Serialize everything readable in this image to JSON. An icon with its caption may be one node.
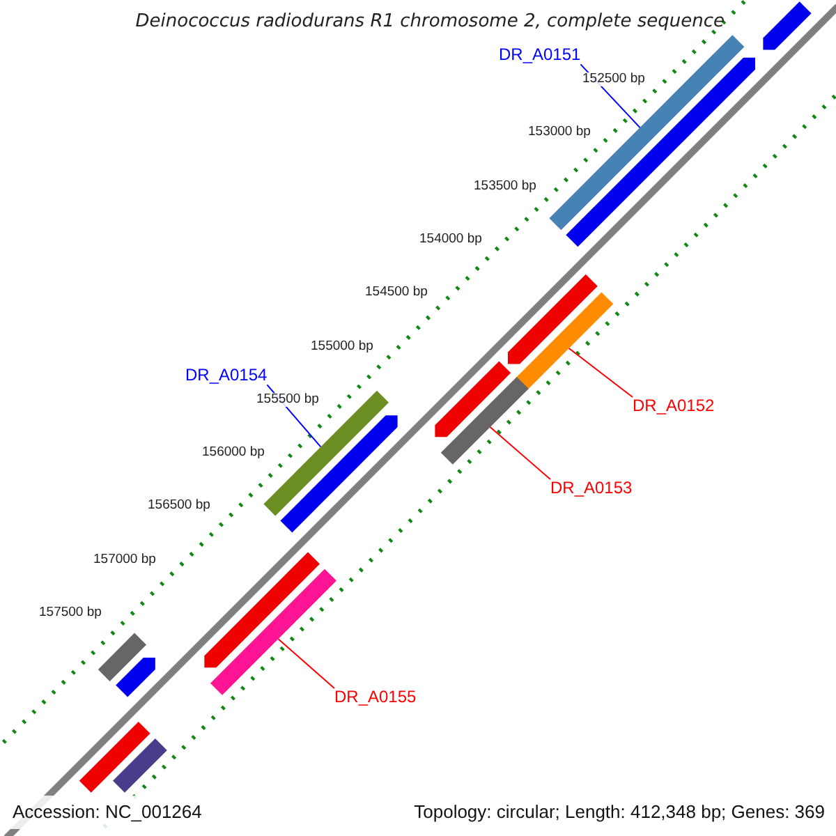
{
  "diagram": {
    "title": "Deinococcus radiodurans R1 chromosome 2, complete sequence",
    "nodes": [
      {
        "text": [
          "DR_A0151"
        ]
      },
      {
        "text": [],
        "shape": "bar"
      },
      {
        "text": [
          "DR_A0154"
        ]
      },
      {
        "text": [],
        "shape": "bar"
      },
      {
        "text": [
          "DR_A0152"
        ]
      },
      {
        "text": [],
        "shape": "bar"
      },
      {
        "text": [
          "DR_A0153"
        ]
      },
      {
        "text": [],
        "shape": "bar"
      },
      {
        "text": [
          "DR_A0155"
        ]
      },
      {
        "text": [],
        "shape": "bar"
      }
    ],
    "edges": [
      {
        "from": 0,
        "to": 1,
        "arrow": "none",
        "color": "#0000ff"
      },
      {
        "from": 2,
        "to": 3,
        "arrow": "none",
        "color": "#0000ff"
      },
      {
        "from": 4,
        "to": 5,
        "arrow": "none"
      },
      {
        "from": 6,
        "to": 7,
        "arrow": "none"
      },
      {
        "from": 8,
        "to": 9,
        "arrow": "none"
      }
    ],
    "labels": [
      "152500 bp",
      "153000 bp",
      "153500 bp",
      "154000 bp",
      "154500 bp",
      "155000 bp",
      "155500 bp",
      "156000 bp",
      "156500 bp",
      "157000 bp",
      "157500 bp",
      "Accession: NC_001264",
      "Topology: circular; Length: 412,348 bp; Genes: 369"
    ]
  }
}
